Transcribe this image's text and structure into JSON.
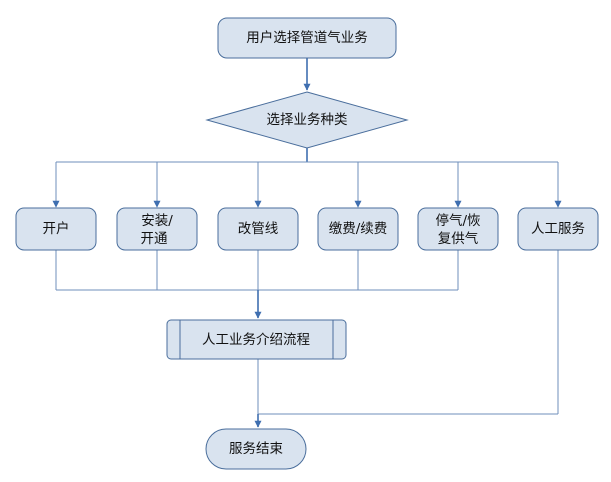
{
  "diagram": {
    "start": "用户选择管道气业务",
    "decision": "选择业务种类",
    "options": [
      {
        "lines": [
          "开户"
        ]
      },
      {
        "lines": [
          "安装/",
          "开通"
        ]
      },
      {
        "lines": [
          "改管线"
        ]
      },
      {
        "lines": [
          "缴费/续费"
        ]
      },
      {
        "lines": [
          "停气/恢",
          "复供气"
        ]
      },
      {
        "lines": [
          "人工服务"
        ]
      }
    ],
    "process": "人工业务介绍流程",
    "end": "服务结束"
  },
  "colors": {
    "node_fill": "#d9e3ef",
    "node_stroke": "#4a6e9c",
    "edge": "#6f8fbb",
    "arrow": "#3f6fb0"
  }
}
